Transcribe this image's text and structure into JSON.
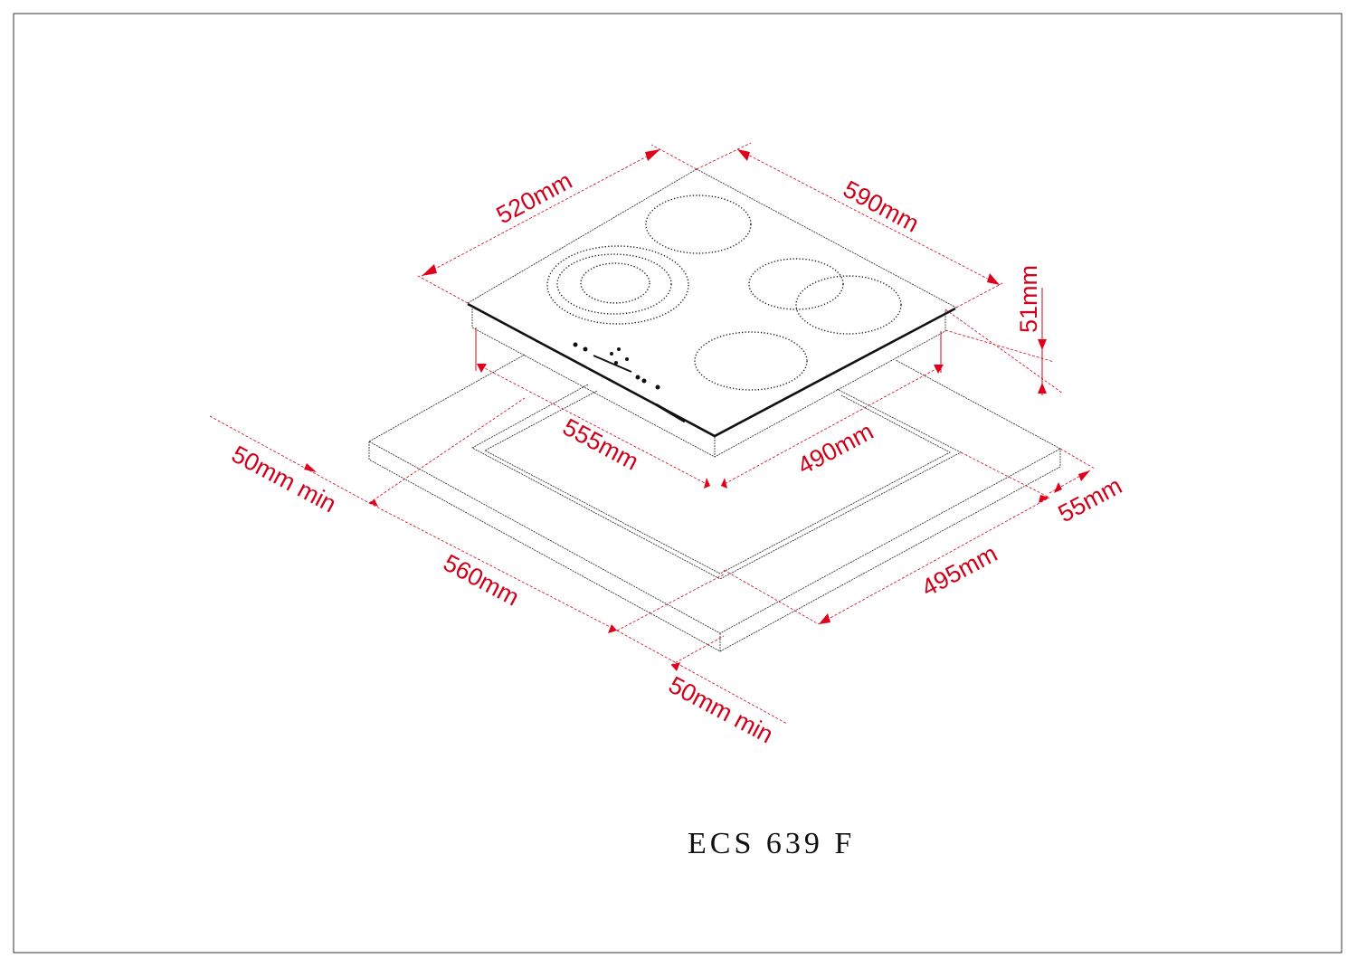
{
  "title": "ECS 639 F",
  "dimensions": {
    "hob_depth": "520mm",
    "hob_width": "590mm",
    "hob_height": "51mm",
    "cutout_width": "555mm",
    "cutout_depth": "490mm",
    "clearance_left": "50mm min",
    "worktop_width": "560mm",
    "clearance_front": "50mm min",
    "worktop_depth": "495mm",
    "edge_offset": "55mm"
  },
  "colors": {
    "dimension": "#d0021b",
    "line": "#111111"
  }
}
